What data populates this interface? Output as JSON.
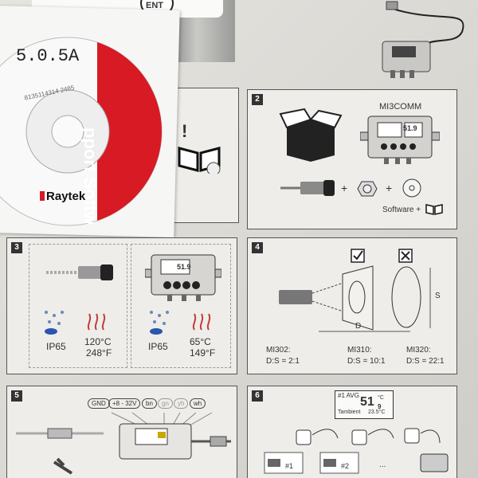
{
  "cd": {
    "version": "5.0.5A",
    "serial": "8135114314 2485",
    "label_text": "pport Softw",
    "brand": "Raytek"
  },
  "top": {
    "ent": "ENT"
  },
  "panel2": {
    "number": "2",
    "title": "MI3COMM",
    "lcd_value": "51.9",
    "software": "Software +"
  },
  "panel3": {
    "number": "3",
    "left": {
      "rating": "IP65",
      "temp_c": "120°C",
      "temp_f": "248°F"
    },
    "right": {
      "rating": "IP65",
      "temp_c": "65°C",
      "temp_f": "149°F"
    },
    "lcd_value": "51.9"
  },
  "panel4": {
    "number": "4",
    "d_label": "D",
    "s_label": "S",
    "models": [
      {
        "name": "MI302:",
        "ratio": "D:S = 2:1"
      },
      {
        "name": "MI310:",
        "ratio": "D:S = 10:1"
      },
      {
        "name": "MI320:",
        "ratio": "D:S = 22:1"
      }
    ]
  },
  "panel5": {
    "number": "5",
    "wires": [
      "GND",
      "+8 - 32V",
      "bn",
      "gn",
      "yh",
      "wh"
    ]
  },
  "panel6": {
    "number": "6",
    "lcd_head": "#1  AVG",
    "lcd_value": "51",
    "lcd_decimal": "9",
    "lcd_unit": "°C",
    "ambient_label": "Tambient",
    "ambient_value": "23.5°C",
    "heads": [
      "#1",
      "#2"
    ],
    "ellipsis": "..."
  }
}
